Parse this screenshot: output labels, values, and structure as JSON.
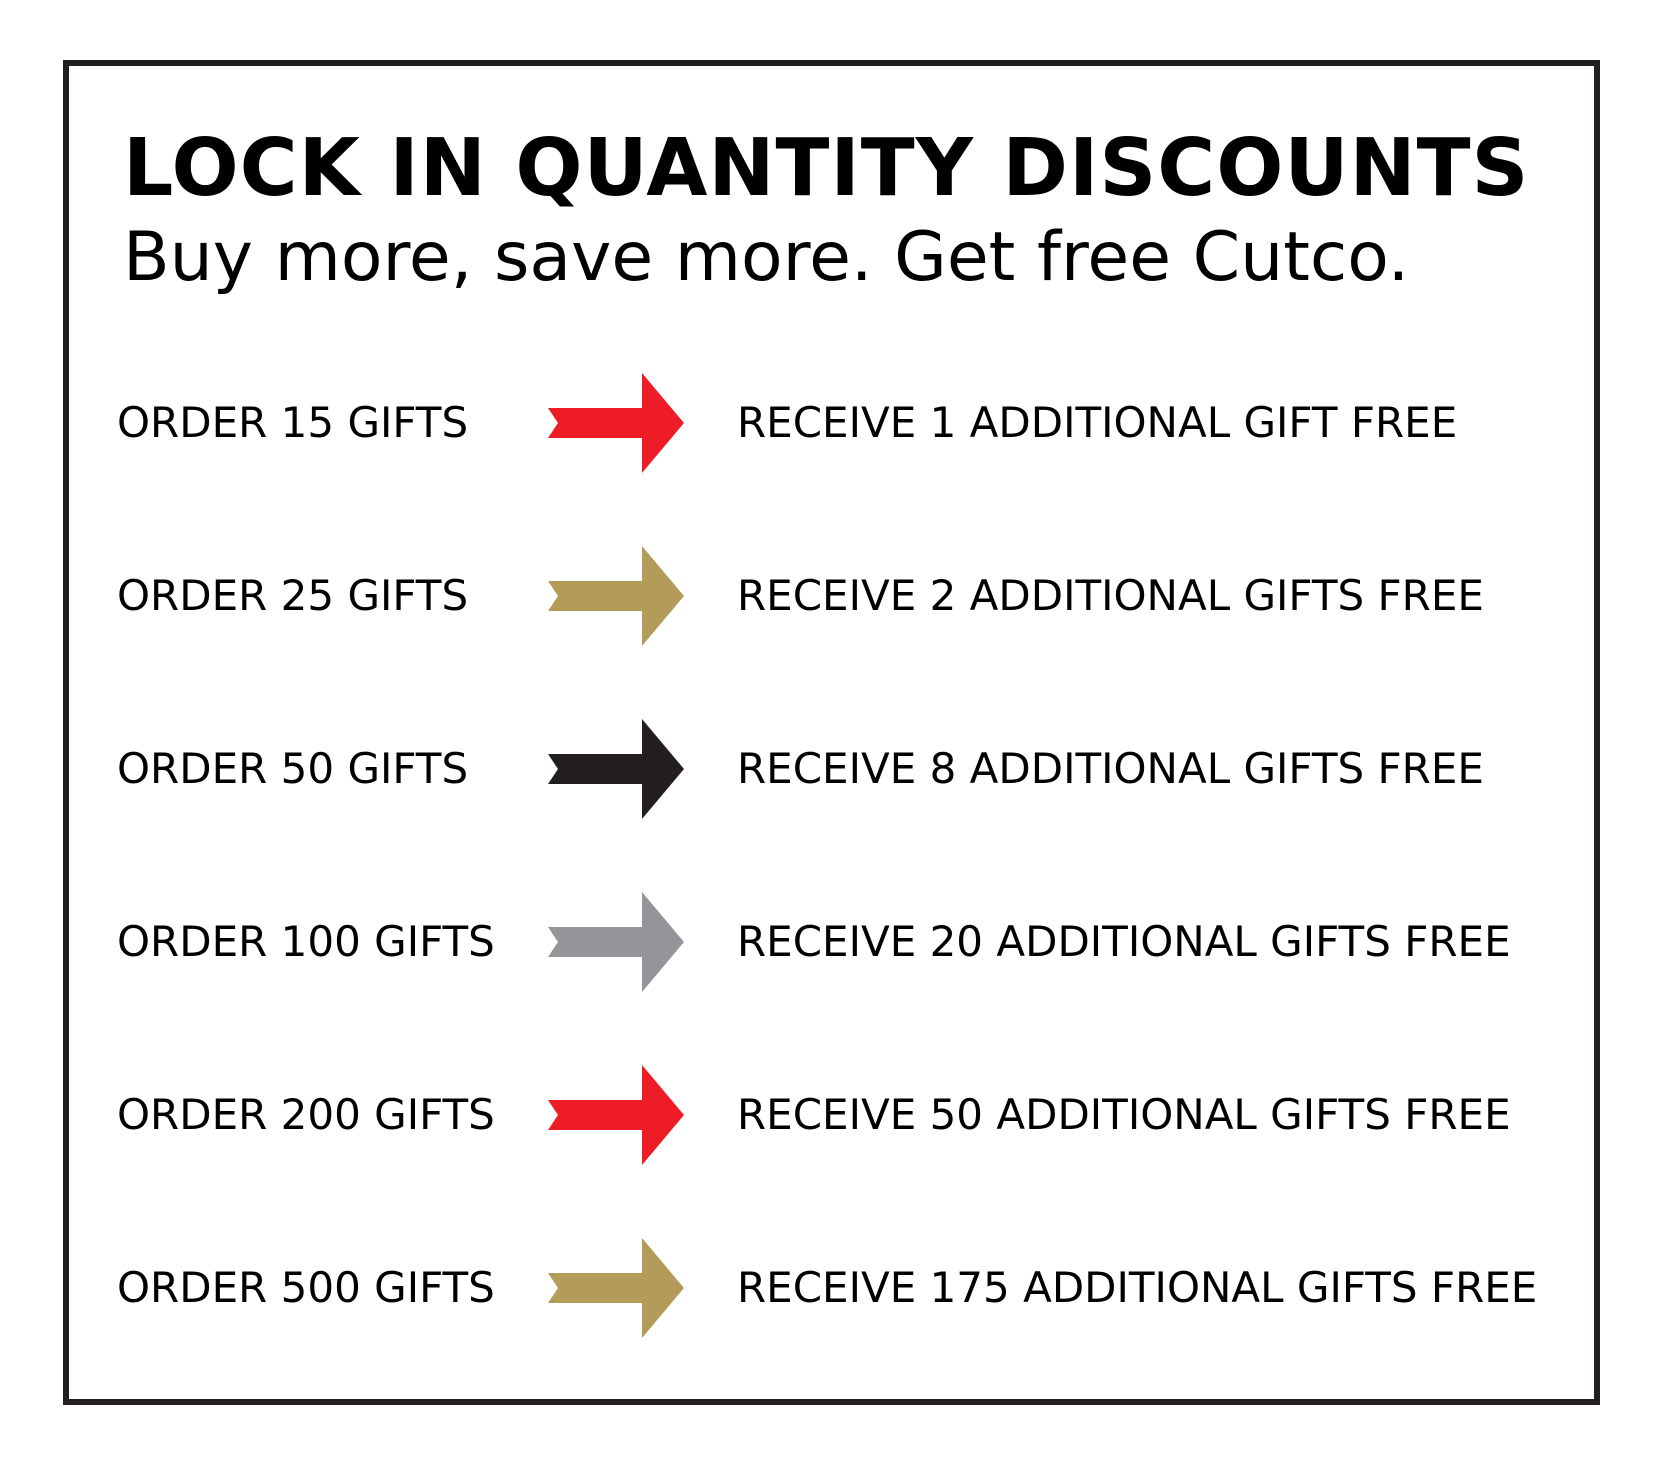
{
  "title": "LOCK IN QUANTITY DISCOUNTS",
  "subtitle": "Buy more, save more. Get free Cutco.",
  "colors": {
    "red": "#ee1c24",
    "gold": "#b39b5a",
    "black": "#231f20",
    "gray": "#939598"
  },
  "tiers": [
    {
      "order": "ORDER 15 GIFTS",
      "reward": "RECEIVE 1 ADDITIONAL GIFT FREE",
      "arrow_color": "#ee1c24"
    },
    {
      "order": "ORDER 25 GIFTS",
      "reward": "RECEIVE 2 ADDITIONAL GIFTS FREE",
      "arrow_color": "#b39b5a"
    },
    {
      "order": "ORDER 50 GIFTS",
      "reward": "RECEIVE 8 ADDITIONAL GIFTS FREE",
      "arrow_color": "#231f20"
    },
    {
      "order": "ORDER 100 GIFTS",
      "reward": "RECEIVE 20 ADDITIONAL GIFTS FREE",
      "arrow_color": "#939598"
    },
    {
      "order": "ORDER 200 GIFTS",
      "reward": "RECEIVE 50 ADDITIONAL GIFTS FREE",
      "arrow_color": "#ee1c24"
    },
    {
      "order": "ORDER 500 GIFTS",
      "reward": "RECEIVE 175 ADDITIONAL GIFTS FREE",
      "arrow_color": "#b39b5a"
    }
  ]
}
